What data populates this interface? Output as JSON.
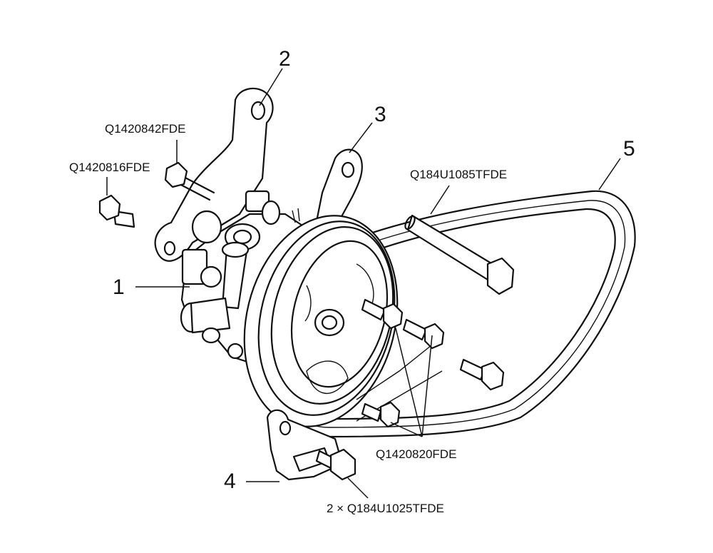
{
  "callouts": {
    "c1": "1",
    "c2": "2",
    "c3": "3",
    "c4": "4",
    "c5": "5"
  },
  "part_numbers": {
    "bolt_upper": "Q1420842FDE",
    "bolt_left": "Q1420816FDE",
    "long_bolt": "Q184U1085TFDE",
    "pulley_bolts": "Q1420820FDE",
    "bracket_bolts": "2 × Q184U1025TFDE"
  }
}
